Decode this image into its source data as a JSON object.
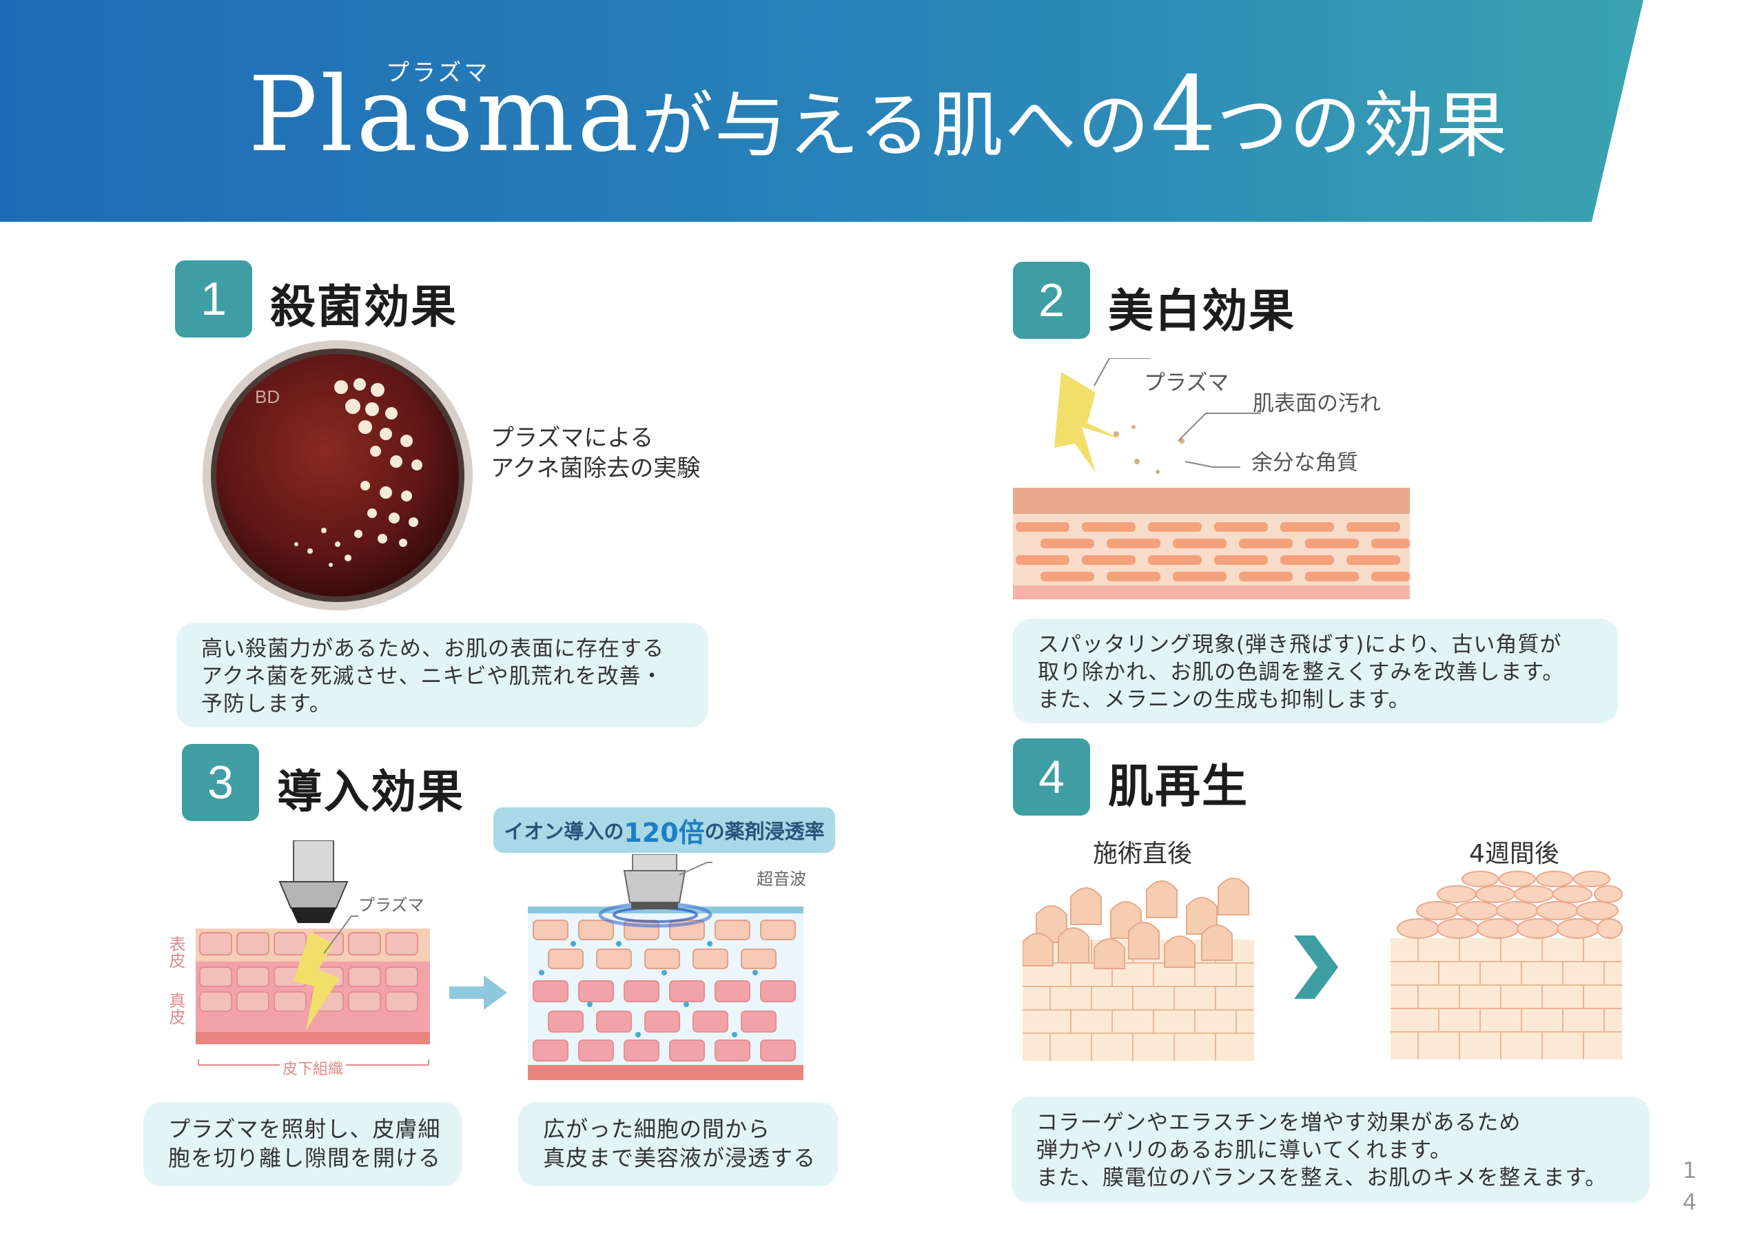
{
  "header": {
    "title_en": "Plasma",
    "ruby": "プラズマ",
    "title_part1": "が与える肌への",
    "title_num": "4",
    "title_part2": "つの効果"
  },
  "sections": [
    {
      "number": "1",
      "title": "殺菌効果",
      "caption_lines": [
        "プラズマによる",
        "アクネ菌除去の実験"
      ],
      "plate_text": "BD",
      "box_lines": [
        "高い殺菌力があるため、お肌の表面に存在する",
        "アクネ菌を死滅させ、ニキビや肌荒れを改善・",
        "予防します。"
      ]
    },
    {
      "number": "2",
      "title": "美白効果",
      "labels": [
        "プラズマ",
        "肌表面の汚れ",
        "余分な角質"
      ],
      "box_lines": [
        "スパッタリング現象(弾き飛ばす)により、古い角質が",
        "取り除かれ、お肌の色調を整えくすみを改善します。",
        "また、メラニンの生成も抑制します。"
      ]
    },
    {
      "number": "3",
      "title": "導入効果",
      "rate_prefix": "イオン導入の",
      "rate_highlight": "120倍",
      "rate_suffix": "の薬剤浸透率",
      "label_plasma": "プラズマ",
      "label_ultrasound": "超音波",
      "label_epidermis": "表皮",
      "label_dermis": "真皮",
      "label_subcutis": "皮下組織",
      "box1_lines": [
        "プラズマを照射し、皮膚細",
        "胞を切り離し隙間を開ける"
      ],
      "box2_lines": [
        "広がった細胞の間から",
        "真皮まで美容液が浸透する"
      ]
    },
    {
      "number": "4",
      "title": "肌再生",
      "before_label": "施術直後",
      "after_label": "4週間後",
      "box_lines": [
        "コラーゲンやエラスチンを増やす効果があるため",
        "弾力やハリのあるお肌に導いてくれます。",
        "また、膜電位のバランスを整え、お肌のキメを整えます。"
      ]
    }
  ],
  "page_number": [
    "1",
    "4"
  ],
  "colors": {
    "banner_start": "#1e6fb8",
    "banner_end": "#3aa0b2",
    "badge": "#3f9ea4",
    "box_bg": "#e3f4f4",
    "rate_box": "#a9d9e6",
    "rate_highlight": "#1d7fc4",
    "lightning": "#f2df6a"
  }
}
